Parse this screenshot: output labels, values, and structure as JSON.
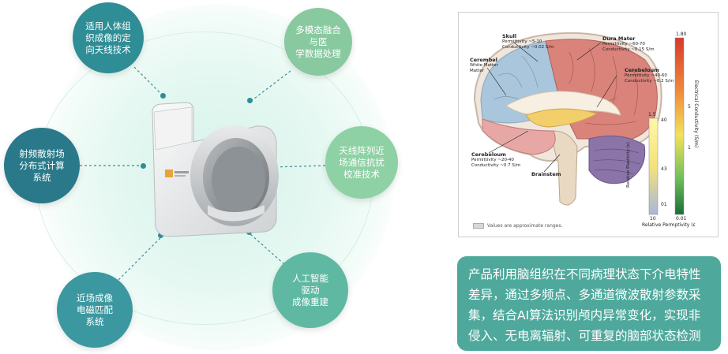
{
  "bubbles": [
    {
      "id": "b1",
      "text": "适用人体组\n织成像的定\n向天线技术"
    },
    {
      "id": "b2",
      "text": "多模态融合与医\n学数据处理"
    },
    {
      "id": "b3",
      "text": "射频散射场\n分布式计算\n系统"
    },
    {
      "id": "b4",
      "text": "天线阵列近\n场通信抗扰\n校准技术"
    },
    {
      "id": "b5",
      "text": "近场成像\n电磁匹配\n系统"
    },
    {
      "id": "b6",
      "text": "人工智能\n驱动\n成像重建"
    }
  ],
  "brain": {
    "skull": {
      "name": "Skull",
      "l1": "Permittivity ~5-10",
      "l2": "Conductivity ~0.02 S/m"
    },
    "dura": {
      "name": "Dura Mater",
      "l1": "Permittivity ~60-70",
      "l2": "Conductivity ~0.15 S/m"
    },
    "wm": {
      "name": "Cerembel",
      "l1": "White Matter",
      "l2": "Matter"
    },
    "cereb_r": {
      "name": "Cerebeloum",
      "l1": "Permittivity ~40-60",
      "l2": "Conductivity ~0.2 S/m"
    },
    "cereb_l": {
      "name": "Cerebeloum",
      "l1": "Permittivity ~20-40",
      "l2": "Conductivity ~0.7 S/m"
    },
    "stem": "Brainstem",
    "note": "Values are approximate ranges."
  },
  "bar_perm": {
    "top": "1.5",
    "right_top": "40",
    "mid": "43",
    "low": "01",
    "bottom": "10",
    "title": "Relative Plasticity (ε)"
  },
  "bar_cond": {
    "top": "1.80",
    "mid1": "5",
    "mid2": "1",
    "bottom": "0.01",
    "title": "Electrical Conductivity (S/m)"
  },
  "x_label": "Relative Permptivity (ε",
  "description": "产品利用脑组织在不同病理状态下介电特性差异，通过多频点、多通道微波散射参数采集，结合AI算法识别颅内异常变化，实现非侵入、无电离辐射、可重复的脑部状态检测",
  "colors": {
    "teal_dark": "#29798a",
    "teal": "#2f8d96",
    "green": "#89c99f",
    "desc_bg": "#4ea99c"
  }
}
